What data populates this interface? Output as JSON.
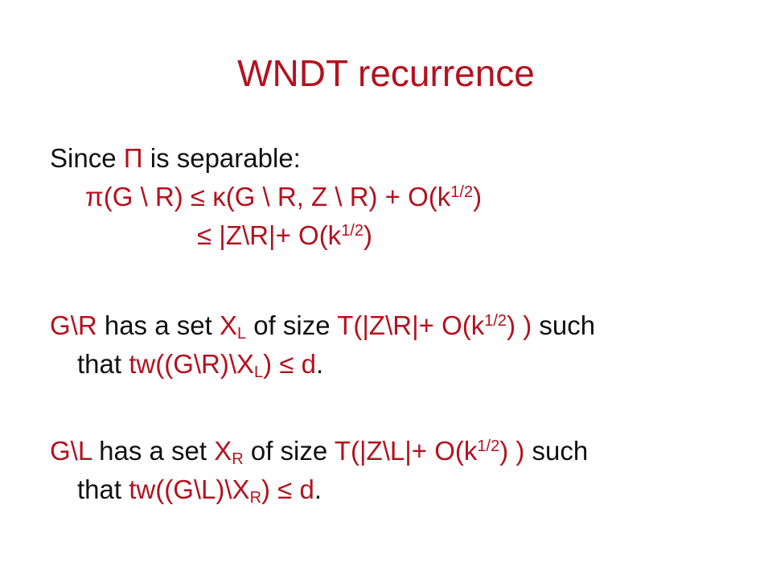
{
  "title": {
    "red": "WNDT",
    "rest": " recurrence"
  },
  "line1": {
    "a": "Since ",
    "b": "Π",
    "c": " is separable:"
  },
  "line2": {
    "text": "π(G \\ R) ≤ κ(G \\ R, Z \\ R) + O(k",
    "sup": "1/2",
    "tail": ")"
  },
  "line3": {
    "text": "≤ |Z\\R|+ O(k",
    "sup": "1/2",
    "tail": ")"
  },
  "para2": {
    "a": "G\\R",
    "b": " has a set ",
    "c": "X",
    "c_sub": "L",
    "d": " of size ",
    "e": "T(|Z\\R|+ O(k",
    "e_sup": "1/2",
    "f": ") )",
    "g": " such",
    "h": "that ",
    "i": "tw((G\\R)\\X",
    "i_sub": "L",
    "j": ") ≤ d",
    "k": "."
  },
  "para3": {
    "a": "G\\L",
    "b": " has a set ",
    "c": "X",
    "c_sub": "R",
    "d": " of size ",
    "e": "T(|Z\\L|+ O(k",
    "e_sup": "1/2",
    "f": ") )",
    "g": " such",
    "h": "that ",
    "i": "tw((G\\L)\\X",
    "i_sub": "R",
    "j": ") ≤ d",
    "k": "."
  },
  "colors": {
    "accent_red": "#b3121f",
    "text": "#111111",
    "background": "#ffffff"
  }
}
